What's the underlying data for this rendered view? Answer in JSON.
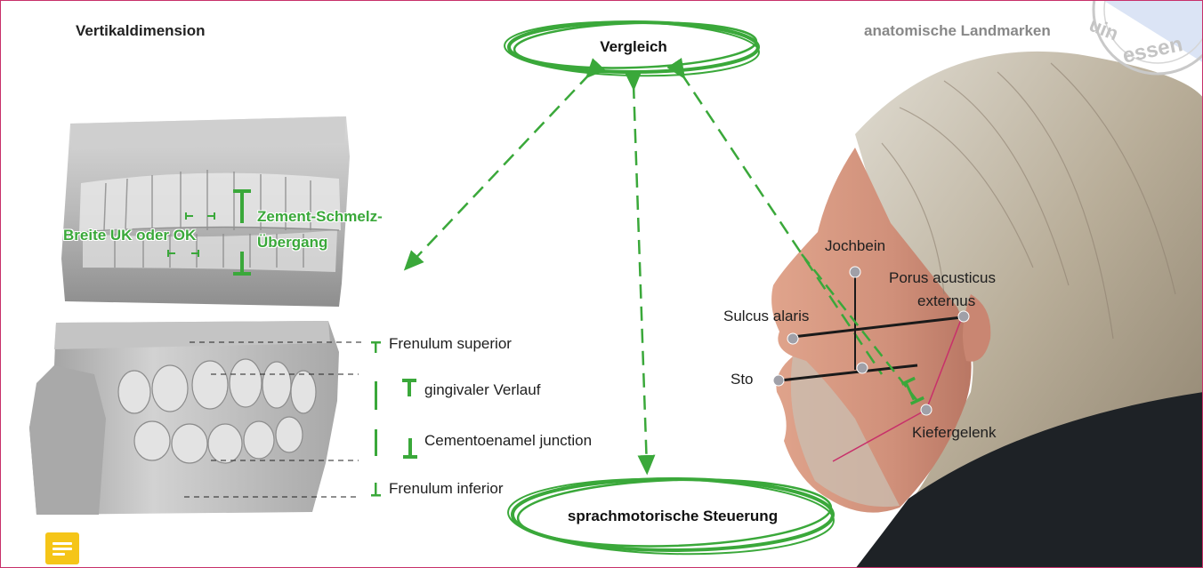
{
  "titles": {
    "left": "Vertikaldimension",
    "right": "anatomische Landmarken",
    "stamp": "Quintessenz"
  },
  "ovals": {
    "top": "Vergleich",
    "bottom": "sprachmotorische Steuerung"
  },
  "teeth_front_labels": {
    "width": "Breite UK oder OK",
    "cej_line1": "Zement-Schmelz-",
    "cej_line2": "Übergang"
  },
  "teeth_side_labels": {
    "frenulum_superior": "Frenulum superior",
    "gingival": "gingivaler Verlauf",
    "cej": "Cementoenamel junction",
    "frenulum_inferior": "Frenulum inferior"
  },
  "landmarks": {
    "jochbein": "Jochbein",
    "porus_line1": "Porus acusticus",
    "porus_line2": "externus",
    "sulcus": "Sulcus alaris",
    "sto": "Sto",
    "kiefergelenk": "Kiefergelenk"
  },
  "colors": {
    "accent_green": "#3aa83a",
    "frame_pink": "#c8306a",
    "landmark_grey": "#a0a0a8",
    "comment_yellow": "#f5c518"
  },
  "icons": {
    "comment": "comment-icon"
  }
}
